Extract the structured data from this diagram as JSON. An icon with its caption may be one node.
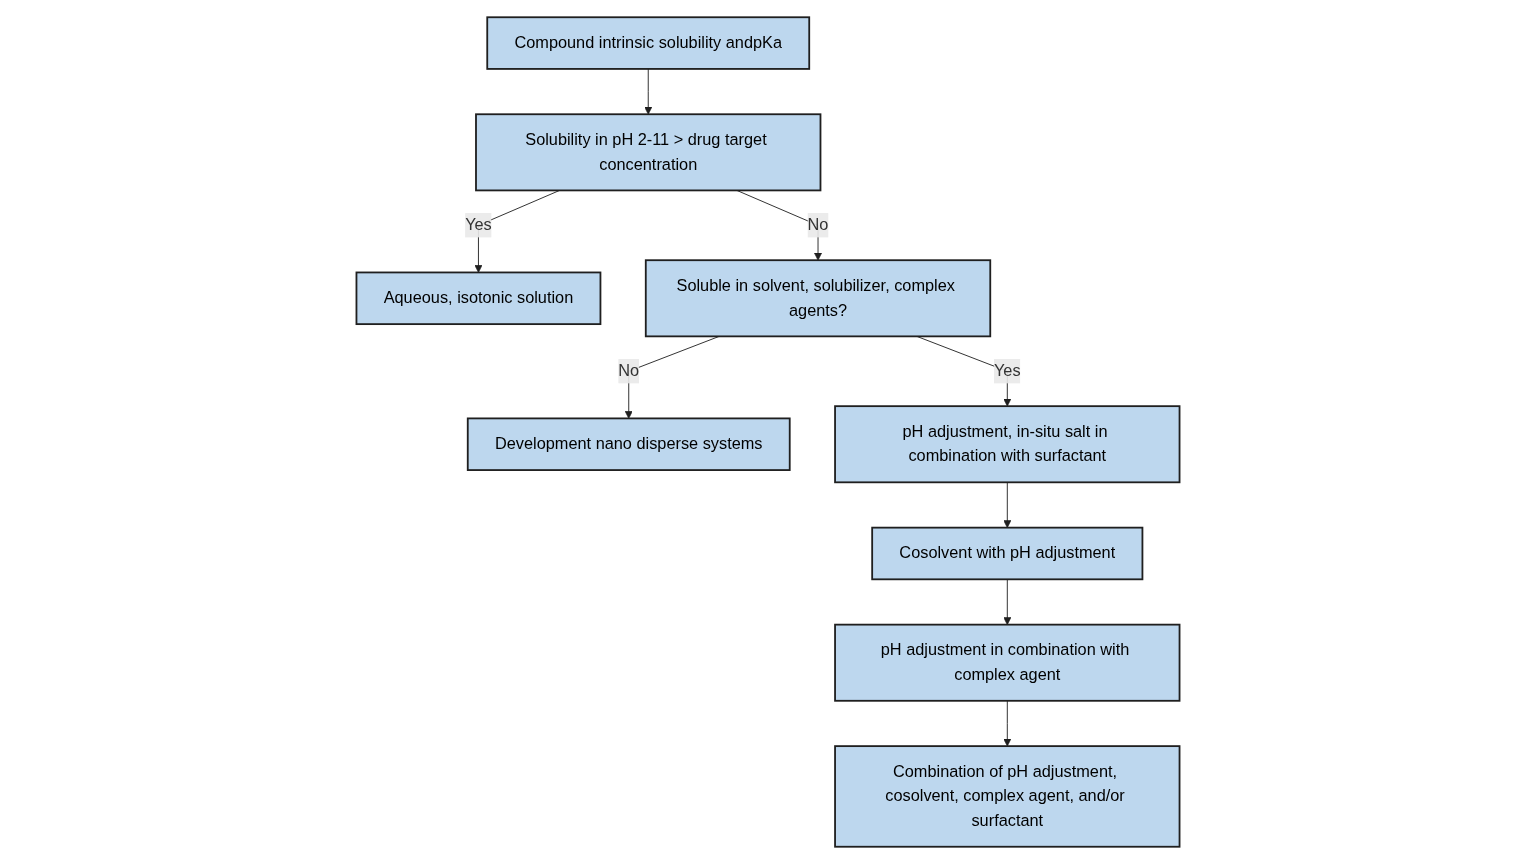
{
  "diagram": {
    "nodes": [
      {
        "text": [
          "Compound intrinsic solubility andpKa"
        ]
      },
      {
        "text": [
          "Solubility in pH 2-11 > drug target concentration"
        ]
      },
      {
        "text": [
          "Aqueous, isotonic solution"
        ]
      },
      {
        "text": [
          "Soluble in solvent, solubilizer, complex agents?"
        ]
      },
      {
        "text": [
          "Development nano disperse systems"
        ]
      },
      {
        "text": [
          "pH adjustment, in-situ salt in combination with surfactant"
        ]
      },
      {
        "text": [
          "Cosolvent with pH adjustment"
        ]
      },
      {
        "text": [
          "pH adjustment in combination with complex agent"
        ]
      },
      {
        "text": [
          "Combination of pH adjustment, cosolvent, complex agent, and/or surfactant"
        ]
      }
    ],
    "edges": [
      {
        "from": 0,
        "to": 1,
        "arrow": "to"
      },
      {
        "from": 1,
        "to": 2,
        "label": "Yes",
        "arrow": "to"
      },
      {
        "from": 1,
        "to": 3,
        "label": "No",
        "arrow": "to"
      },
      {
        "from": 3,
        "to": 4,
        "label": "No",
        "arrow": "to"
      },
      {
        "from": 3,
        "to": 5,
        "label": "Yes",
        "arrow": "to"
      },
      {
        "from": 5,
        "to": 6,
        "arrow": "to"
      },
      {
        "from": 6,
        "to": 7,
        "arrow": "to"
      },
      {
        "from": 7,
        "to": 8,
        "arrow": "to"
      }
    ]
  }
}
